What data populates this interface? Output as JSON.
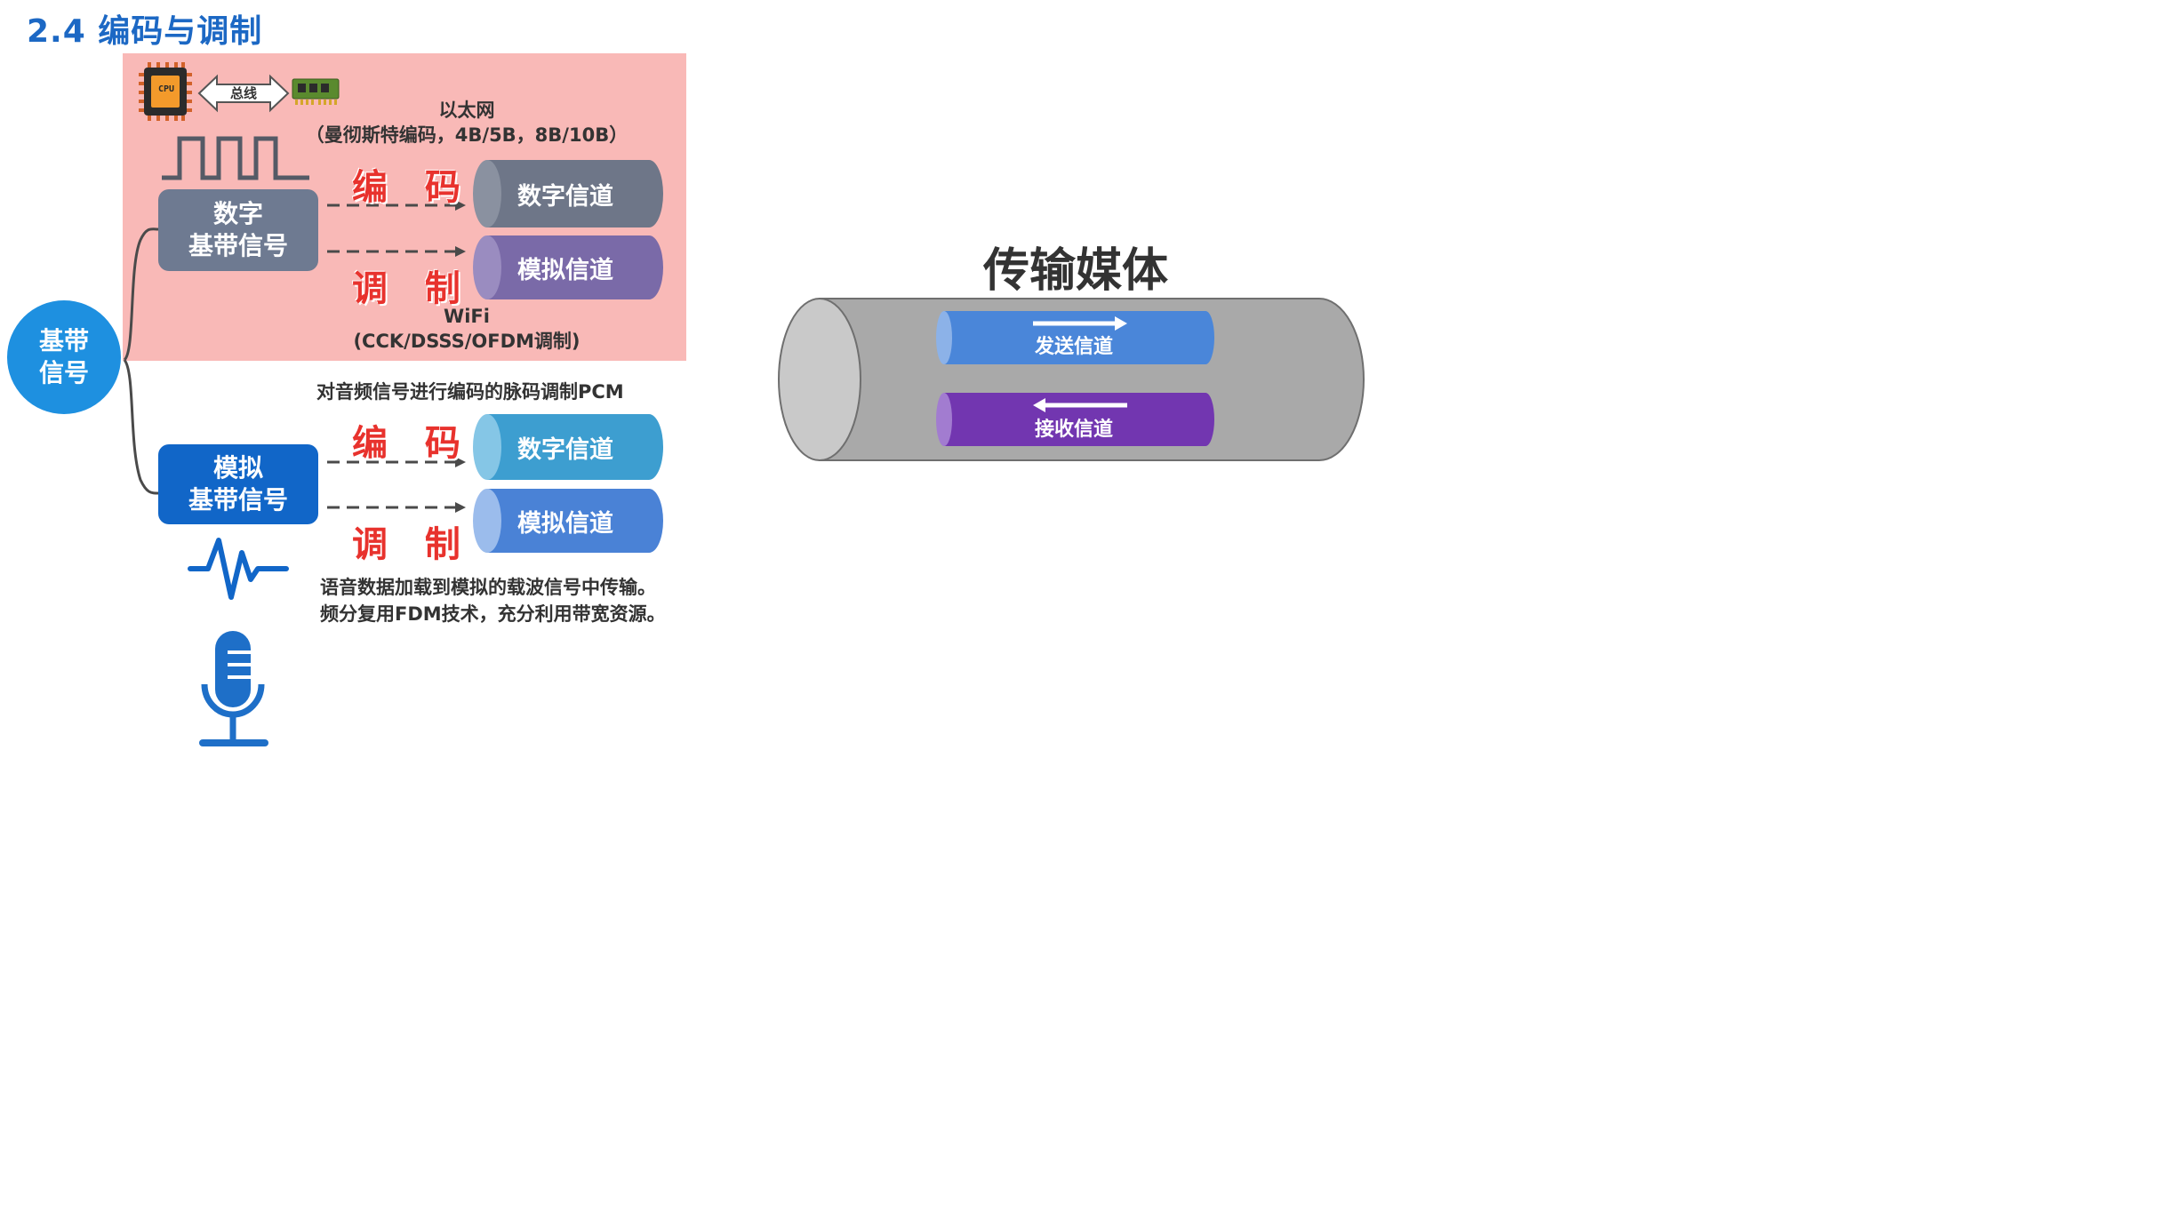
{
  "title": "2.4 编码与调制",
  "baseband": {
    "label_line1": "基带",
    "label_line2": "信号"
  },
  "digital": {
    "cpu_label": "CPU",
    "bus_label": "总线",
    "label_line1": "数字",
    "label_line2": "基带信号",
    "ethernet_line1": "以太网",
    "ethernet_line2": "（曼彻斯特编码，4B/5B，8B/10B）",
    "encode_label": "编 码",
    "modulate_label": "调 制",
    "digital_channel": "数字信道",
    "analog_channel": "模拟信道",
    "wifi_line1": "WiFi",
    "wifi_line2": "(CCK/DSSS/OFDM调制)"
  },
  "analog": {
    "pcm_note": "对音频信号进行编码的脉码调制PCM",
    "label_line1": "模拟",
    "label_line2": "基带信号",
    "encode_label": "编 码",
    "modulate_label": "调 制",
    "digital_channel": "数字信道",
    "analog_channel": "模拟信道",
    "note_line1": "语音数据加载到模拟的载波信号中传输。",
    "note_line2": "频分复用FDM技术，充分利用带宽资源。"
  },
  "medium": {
    "title": "传输媒体",
    "send_channel": "发送信道",
    "receive_channel": "接收信道"
  },
  "colors": {
    "title_blue": "#1c68c4",
    "pink_bg": "#f9b9b7",
    "baseband_circle": "#1e90e0",
    "digital_box": "#6e7a91",
    "analog_box": "#1166c8",
    "red_text": "#e8322d",
    "gray_channel": "#6e7688",
    "purple_channel": "#7a6aa8",
    "teal_channel": "#3d9ed0",
    "blue_channel": "#4a82d6",
    "pipe_gray": "#a9a9a9",
    "send_blue": "#4a86d9",
    "receive_purple": "#7236b0"
  },
  "icons": [
    "cpu-chip-icon",
    "bus-double-arrow-icon",
    "memory-chip-icon",
    "square-wave-icon",
    "analog-wave-icon",
    "microphone-icon"
  ]
}
